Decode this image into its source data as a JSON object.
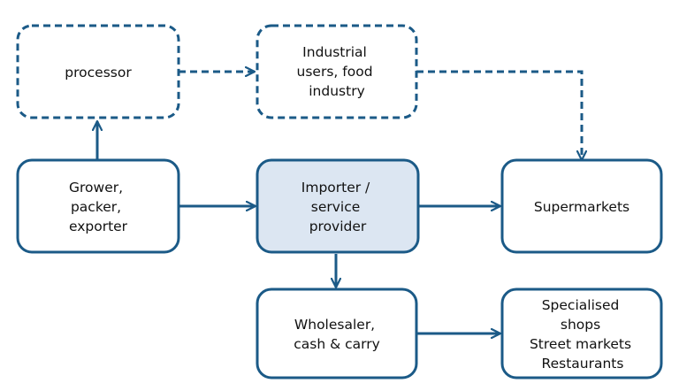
{
  "colors": {
    "stroke": "#1b5a87",
    "highlight_fill": "#dce6f2",
    "box_fill": "#ffffff",
    "text": "#111111"
  },
  "nodes": {
    "processor": {
      "lines": [
        "processor"
      ],
      "style": "dashed"
    },
    "industrial": {
      "lines": [
        "Industrial",
        "users, food",
        "industry"
      ],
      "style": "dashed"
    },
    "grower": {
      "lines": [
        "Grower,",
        "packer,",
        "exporter"
      ],
      "style": "solid"
    },
    "importer": {
      "lines": [
        "Importer /",
        "service",
        "provider"
      ],
      "style": "solid-highlight"
    },
    "supermarkets": {
      "lines": [
        "Supermarkets"
      ],
      "style": "solid"
    },
    "wholesaler": {
      "lines": [
        "Wholesaler,",
        "cash & carry"
      ],
      "style": "solid"
    },
    "specialised": {
      "lines": [
        "Specialised",
        "shops",
        "Street markets",
        "Restaurants"
      ],
      "style": "solid"
    }
  },
  "edges": [
    {
      "from": "grower",
      "to": "processor",
      "style": "solid"
    },
    {
      "from": "processor",
      "to": "industrial",
      "style": "dashed"
    },
    {
      "from": "industrial",
      "to": "supermarkets",
      "style": "dashed"
    },
    {
      "from": "grower",
      "to": "importer",
      "style": "solid"
    },
    {
      "from": "importer",
      "to": "supermarkets",
      "style": "solid"
    },
    {
      "from": "importer",
      "to": "wholesaler",
      "style": "solid"
    },
    {
      "from": "wholesaler",
      "to": "specialised",
      "style": "solid"
    }
  ]
}
